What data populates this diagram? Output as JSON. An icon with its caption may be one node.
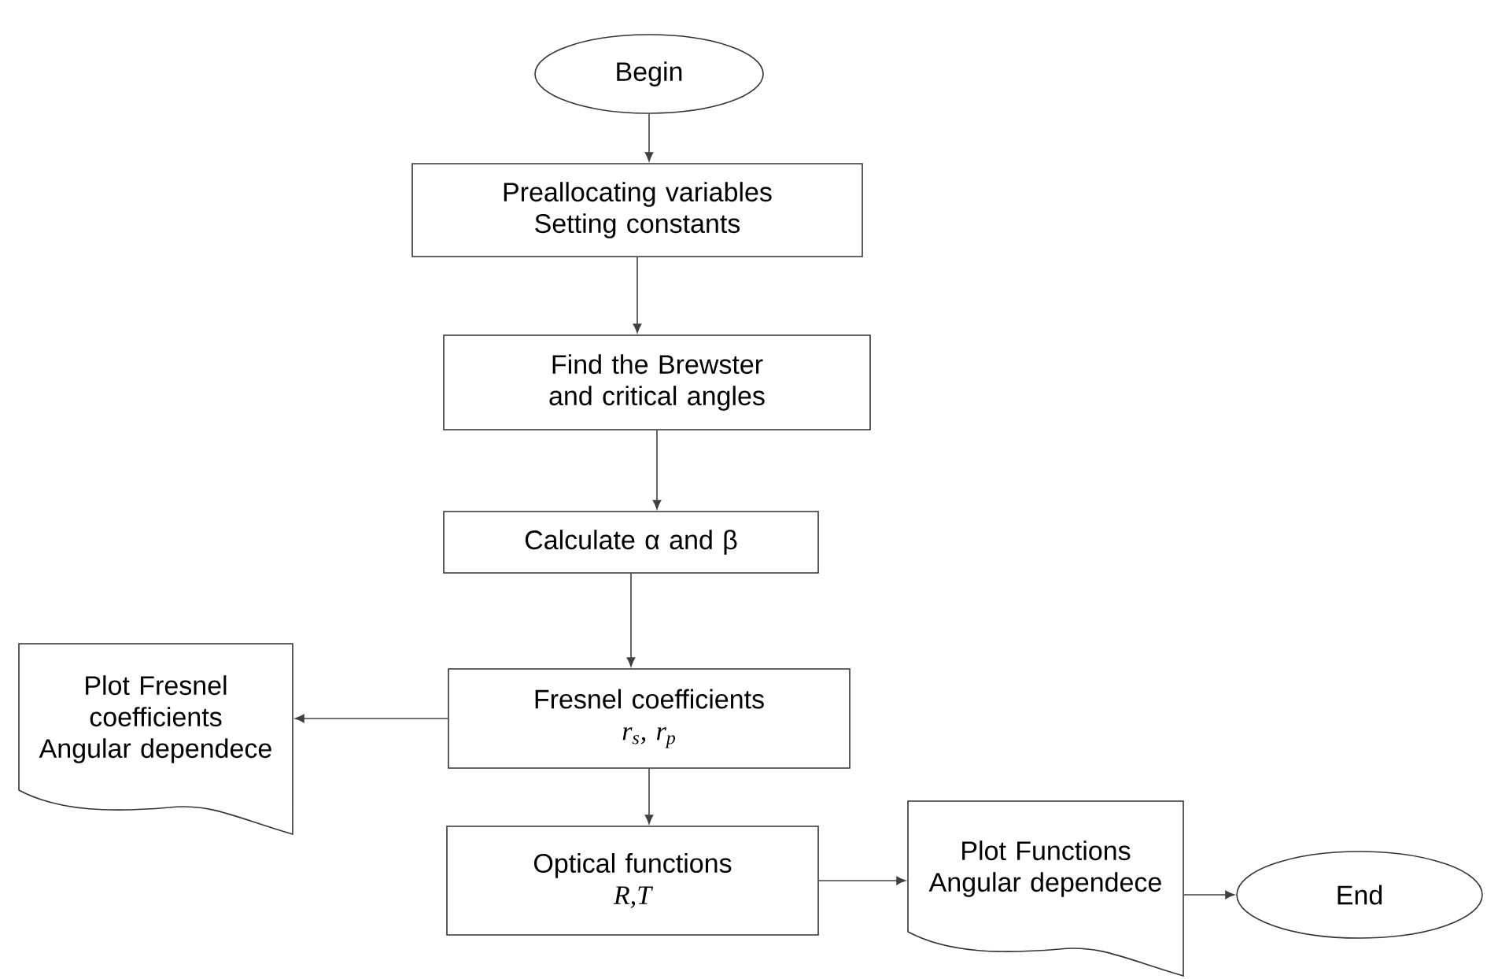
{
  "diagram": {
    "nodes": [
      {
        "text": [
          "Begin"
        ]
      },
      {
        "text": [
          "Preallocating variables",
          "Setting constants"
        ]
      },
      {
        "text": [
          "Find the Brewster and critical angles"
        ]
      },
      {
        "text": [
          "Calculate α and β"
        ]
      },
      {
        "text": [
          "Fresnel coefficients",
          "r$_{s}$, r$_{p}$"
        ]
      },
      {
        "text": [
          "Plot Fresnel coefficients Angular dependece"
        ]
      },
      {
        "text": [
          "Optical functions",
          "R,T"
        ]
      },
      {
        "text": [
          "Plot Functions Angular dependece"
        ]
      },
      {
        "text": [
          "End"
        ]
      }
    ],
    "edges": [
      {
        "from": 0,
        "to": 1,
        "arrow": "to"
      },
      {
        "from": 1,
        "to": 2,
        "arrow": "to"
      },
      {
        "from": 2,
        "to": 3,
        "arrow": "to"
      },
      {
        "from": 3,
        "to": 4,
        "arrow": "to"
      },
      {
        "from": 4,
        "to": 5,
        "arrow": "to"
      },
      {
        "from": 4,
        "to": 6,
        "arrow": "to"
      },
      {
        "from": 6,
        "to": 7,
        "arrow": "to"
      },
      {
        "from": 7,
        "to": 8,
        "arrow": "to"
      }
    ]
  }
}
